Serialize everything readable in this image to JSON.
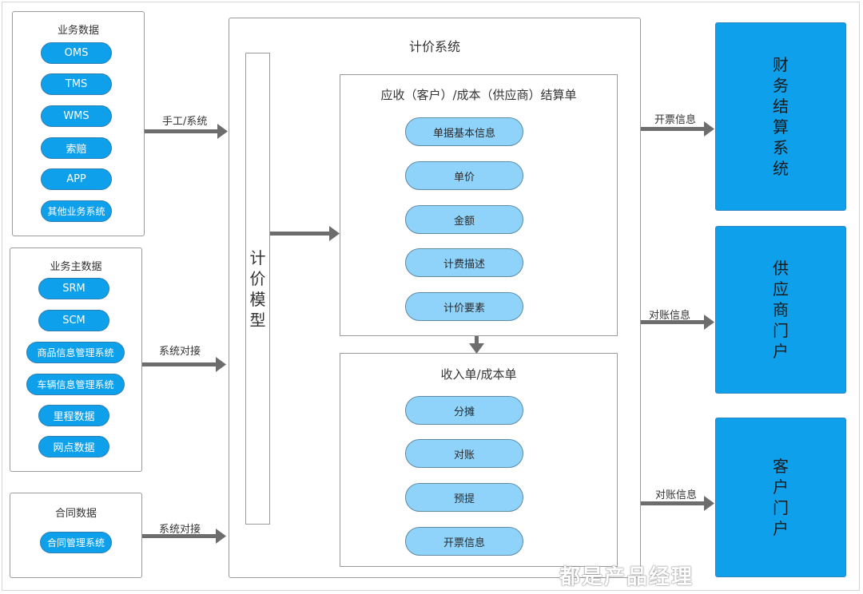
{
  "business_data": {
    "title": "业务数据",
    "items": [
      "OMS",
      "TMS",
      "WMS",
      "索赔",
      "APP",
      "其他业务系统"
    ]
  },
  "master_data": {
    "title": "业务主数据",
    "items": [
      "SRM",
      "SCM",
      "商品信息管理系统",
      "车辆信息管理系统",
      "里程数据",
      "网点数据"
    ]
  },
  "contract_data": {
    "title": "合同数据",
    "items": [
      "合同管理系统"
    ]
  },
  "inbound_labels": {
    "business": "手工/系统",
    "master": "系统对接",
    "contract": "系统对接"
  },
  "pricing_system": {
    "title": "计价系统",
    "model_label": [
      "计",
      "价",
      "模",
      "型"
    ],
    "settlement": {
      "title": "应收（客户）/成本（供应商）结算单",
      "items": [
        "单据基本信息",
        "单价",
        "金额",
        "计费描述",
        "计价要素"
      ]
    },
    "income": {
      "title": "收入单/成本单",
      "items": [
        "分摊",
        "对账",
        "预提",
        "开票信息"
      ]
    }
  },
  "outbound_labels": {
    "finance": "开票信息",
    "supplier": "对账信息",
    "customer": "对账信息"
  },
  "targets": {
    "finance": [
      "财",
      "务",
      "结",
      "算",
      "系",
      "统"
    ],
    "supplier": [
      "供",
      "应",
      "商",
      "门",
      "户"
    ],
    "customer": [
      "客",
      "户",
      "门",
      "户"
    ]
  },
  "watermark": "都是产品经理",
  "colors": {
    "accent_blue": "#0fa0ec",
    "light_blue": "#8fd3fb",
    "arrow_gray": "#6d6d6d"
  }
}
